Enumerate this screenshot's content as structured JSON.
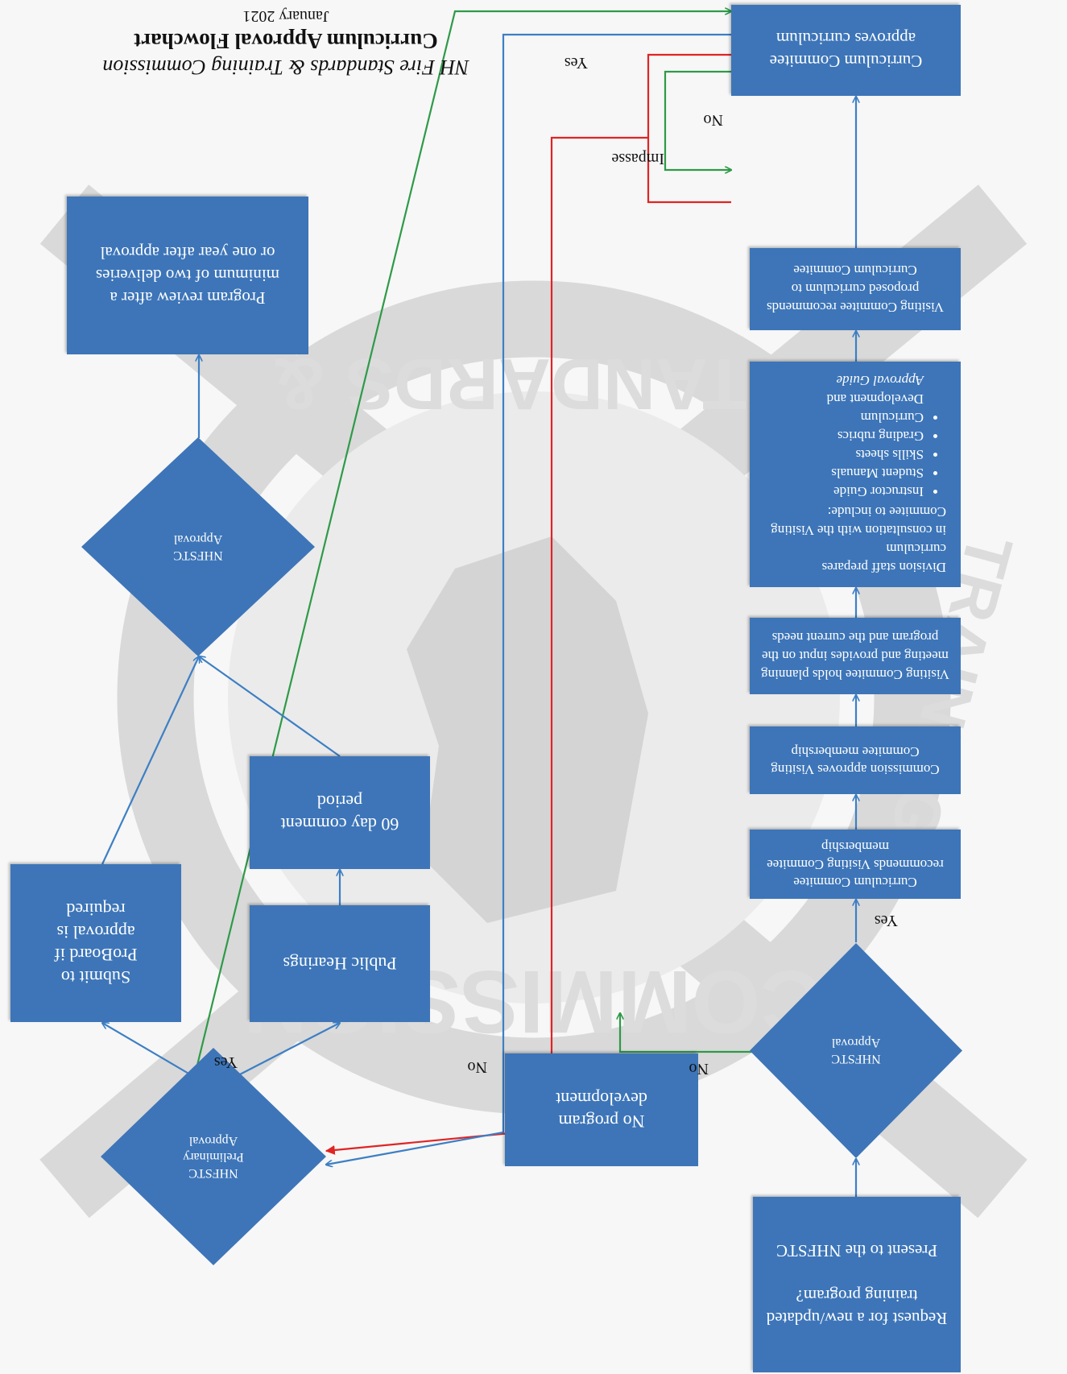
{
  "header": {
    "org": "NH Fire Standards & Training Commission",
    "title": "Curriculum Approval Flowchart",
    "date": "January 2021"
  },
  "watermark": {
    "top_text": "COMMISSION",
    "left_text": "TRAINING",
    "bottom_text": "STANDARDS &"
  },
  "nodes": {
    "request": [
      "Request for a new/updated",
      "training program?",
      "",
      "Present to the NHFSTC"
    ],
    "approval1": [
      "NHFSTC",
      "Approval"
    ],
    "no_program": [
      "No program",
      "development"
    ],
    "recommends_membership": [
      "Curriculum Commitee",
      "recommends Visiting Commitee",
      "membership"
    ],
    "approves_membership": [
      "Commission approves Visiting",
      "Commitee membership"
    ],
    "planning_meeting": [
      "Visiting Commitee holds planning",
      "meeting and provides input on the",
      "program and the current needs"
    ],
    "staff_prepares": {
      "intro": [
        "Division staff prepares curriculum",
        "in consultation with the Visiting",
        "Commitee to include:"
      ],
      "items": [
        "Instructor Guide",
        "Student Manuals",
        "Skills sheets",
        "Grading rubrics",
        "Curriculum"
      ],
      "tail": [
        "Development and"
      ],
      "tail_italic": "Approval Guide"
    },
    "visiting_recommends": [
      "Visiting Commitee recommends",
      "proposed curriculum to",
      "Curriculum Commitee"
    ],
    "curriculum_approves": [
      "Curriculum Commitee",
      "approves curriculum"
    ],
    "preliminary": [
      "NHFSTC",
      "Preliminary",
      "Approval"
    ],
    "public_hearings": [
      "Public Hearings"
    ],
    "comment_period": [
      "60 day comment",
      "period"
    ],
    "submit_proboard": [
      "Submit to",
      "ProBoard if",
      "approval is",
      "required"
    ],
    "approval2": [
      "NHFSTC",
      "Approval"
    ],
    "program_review": [
      "Program review after a",
      "minimum of two deliveries",
      "or one year after approval"
    ]
  },
  "labels": {
    "yes_membership": "Yes",
    "no_program": "No",
    "no_curriculum": "No",
    "yes_curriculum": "Yes",
    "impasse": "Impasse",
    "yes_preliminary": "Yes",
    "no_preliminary": "No"
  },
  "colors": {
    "node_fill": "#3d75b8",
    "arrow_blue": "#3d7fc4",
    "arrow_green": "#2e9a48",
    "arrow_red": "#e02424"
  }
}
